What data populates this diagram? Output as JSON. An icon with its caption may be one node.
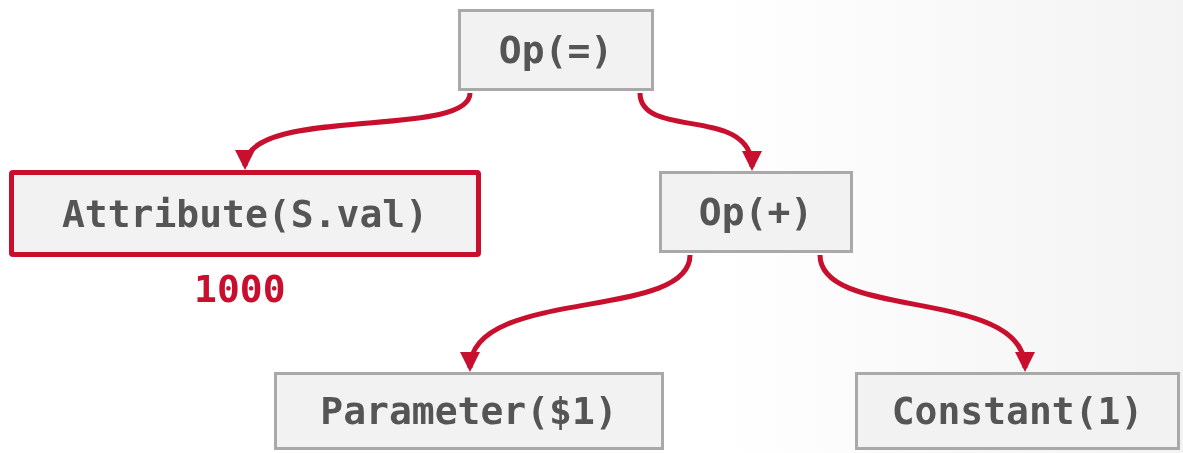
{
  "diagram": {
    "nodes": [
      {
        "text": [
          "Op(=)"
        ]
      },
      {
        "text": [
          "Attribute(S.val)"
        ],
        "beside": [
          "1000"
        ]
      },
      {
        "text": [
          "Op(+)"
        ]
      },
      {
        "text": [
          "Parameter($1)"
        ]
      },
      {
        "text": [
          "Constant(1)"
        ]
      }
    ],
    "edges": [
      {
        "from": 0,
        "to": 1,
        "arrow": "to"
      },
      {
        "from": 0,
        "to": 2,
        "arrow": "to"
      },
      {
        "from": 2,
        "to": 3,
        "arrow": "to"
      },
      {
        "from": 2,
        "to": 4,
        "arrow": "to"
      }
    ]
  }
}
